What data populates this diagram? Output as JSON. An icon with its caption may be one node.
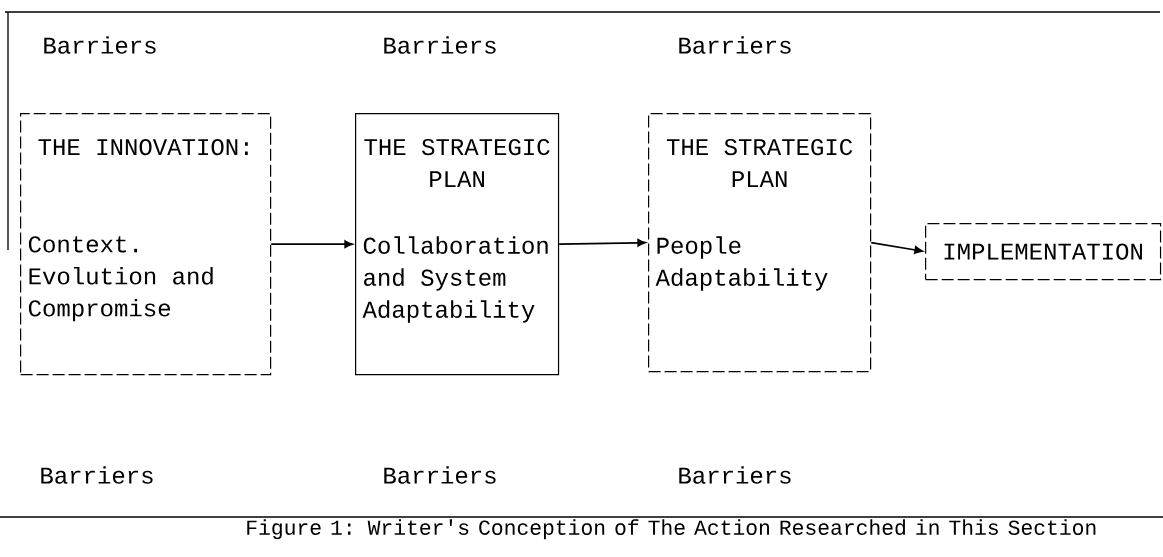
{
  "diagram": {
    "caption": "Figure 1:  Writer's Conception of The Action Researched in This Section",
    "nodes": [
      {
        "text": [
          "THE INNOVATION:",
          "Context. Evolution and Compromise"
        ]
      },
      {
        "text": [
          "THE STRATEGIC PLAN",
          "Collaboration and System Adaptability"
        ]
      },
      {
        "text": [
          "THE STRATEGIC PLAN",
          "People Adaptability"
        ]
      },
      {
        "text": [
          "IMPLEMENTATION"
        ]
      }
    ],
    "edges": [
      {
        "from": 0,
        "to": 1,
        "arrow": "to"
      },
      {
        "from": 1,
        "to": 2,
        "arrow": "to"
      },
      {
        "from": 2,
        "to": 3,
        "arrow": "to"
      }
    ],
    "labels": [
      "Barriers",
      "Barriers",
      "Barriers",
      "Barriers",
      "Barriers",
      "Barriers"
    ]
  }
}
